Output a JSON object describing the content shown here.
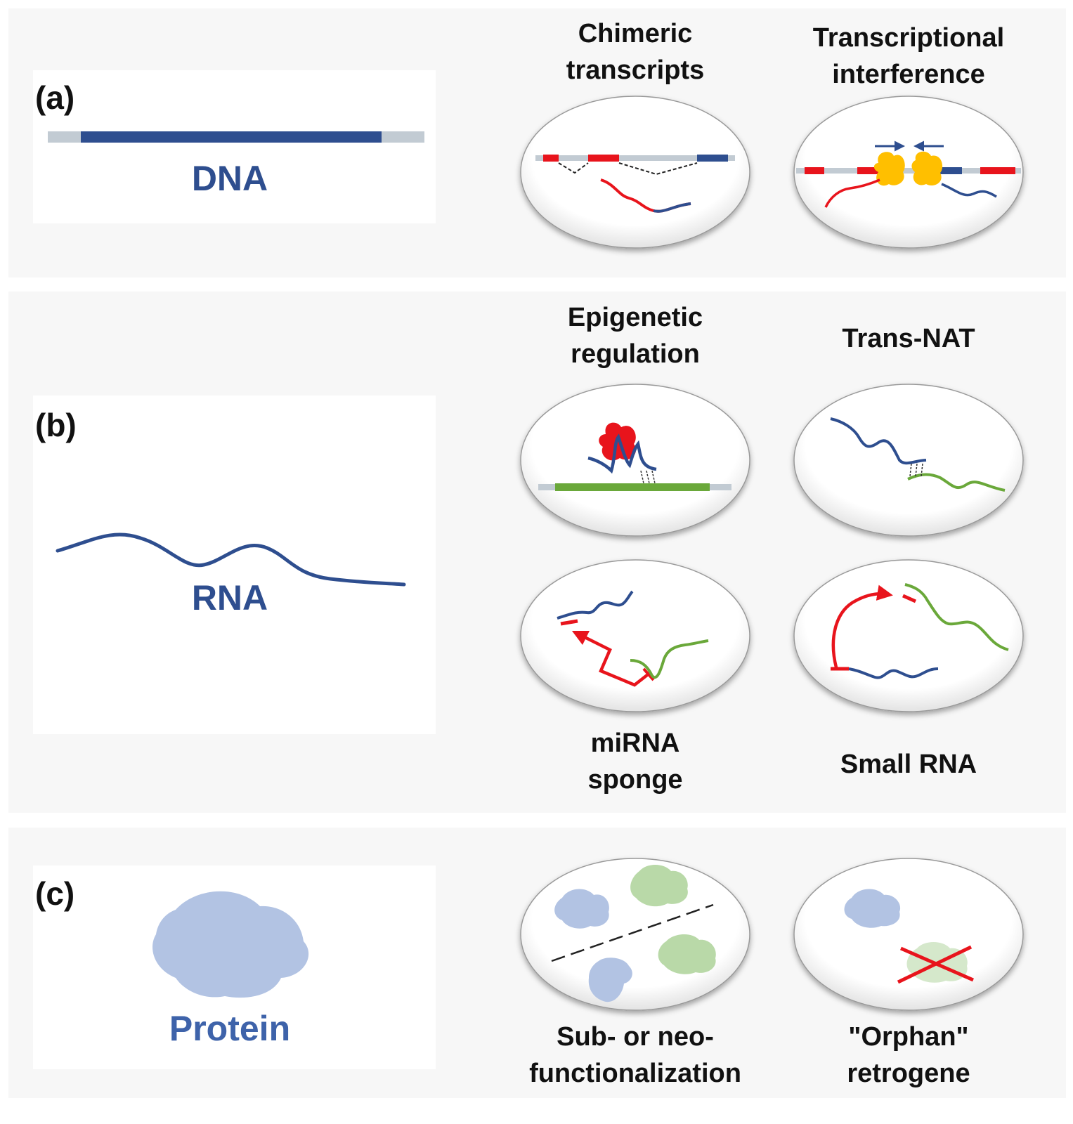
{
  "panels": {
    "a": {
      "letter": "(a)",
      "label": "DNA",
      "mechanisms": [
        {
          "lines": [
            "Chimeric",
            "transcripts"
          ]
        },
        {
          "lines": [
            "Transcriptional",
            "interference"
          ]
        }
      ]
    },
    "b": {
      "letter": "(b)",
      "label": "RNA",
      "mechanisms": [
        {
          "lines": [
            "Epigenetic",
            "regulation"
          ]
        },
        {
          "lines": [
            "Trans-NAT"
          ]
        },
        {
          "lines": [
            "miRNA",
            "sponge"
          ]
        },
        {
          "lines": [
            "Small RNA"
          ]
        }
      ]
    },
    "c": {
      "letter": "(c)",
      "label": "Protein",
      "mechanisms": [
        {
          "lines": [
            "Sub- or neo-",
            "functionalization"
          ]
        },
        {
          "lines": [
            "\"Orphan\"",
            "retrogene"
          ]
        }
      ]
    }
  },
  "colors": {
    "dna_blue": "#2e4e8f",
    "red": "#e8141c",
    "green": "#6aa83a",
    "protein_blue": "#b2c3e3",
    "protein_green": "#b9d9a8",
    "yellow": "#ffbf00",
    "grey": "#c2cbd3"
  }
}
